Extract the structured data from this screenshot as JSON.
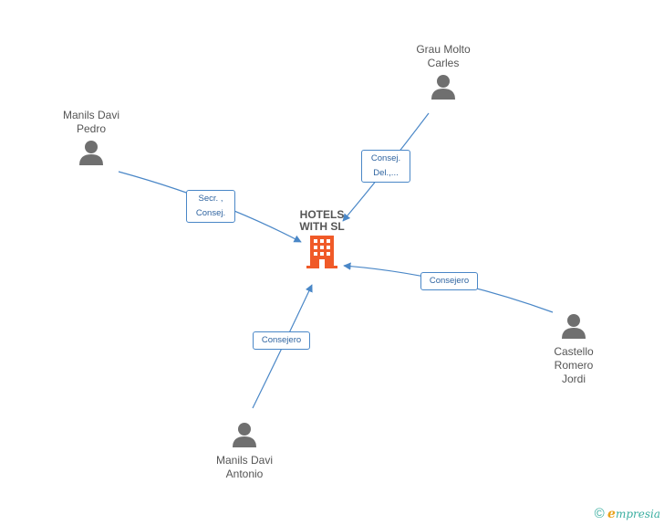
{
  "company": {
    "name": "HOTELS\nWITH SL",
    "icon": "building-icon",
    "color": "#f05a28"
  },
  "persons": [
    {
      "id": "manils-davi-pedro",
      "name": "Manils Davi\nPedro",
      "icon": "person-icon"
    },
    {
      "id": "grau-molto-carles",
      "name": "Grau Molto\nCarles",
      "icon": "person-icon"
    },
    {
      "id": "castello-romero-jordi",
      "name": "Castello\nRomero\nJordi",
      "icon": "person-icon"
    },
    {
      "id": "manils-davi-antonio",
      "name": "Manils Davi\nAntonio",
      "icon": "person-icon"
    }
  ],
  "relations": [
    {
      "from": "manils-davi-pedro",
      "to": "company",
      "label": "Secr. ,\nConsej."
    },
    {
      "from": "grau-molto-carles",
      "to": "company",
      "label": "Consej.\nDel.,..."
    },
    {
      "from": "castello-romero-jordi",
      "to": "company",
      "label": "Consejero"
    },
    {
      "from": "manils-davi-antonio",
      "to": "company",
      "label": "Consejero"
    }
  ],
  "colors": {
    "edge": "#4a87c7",
    "person": "#6f6f6f"
  },
  "brand": {
    "copyright": "©",
    "initial": "e",
    "rest": "mpresia"
  }
}
